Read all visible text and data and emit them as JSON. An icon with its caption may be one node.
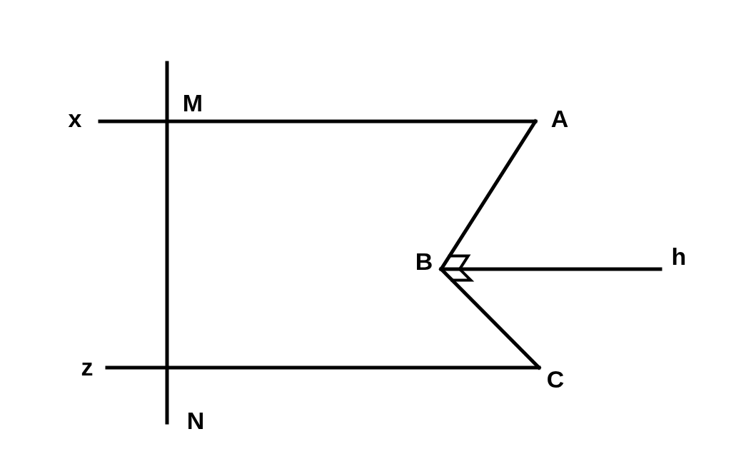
{
  "diagram": {
    "labels": [
      "M",
      "x",
      "A",
      "h",
      "B",
      "z",
      "C",
      "N"
    ]
  }
}
